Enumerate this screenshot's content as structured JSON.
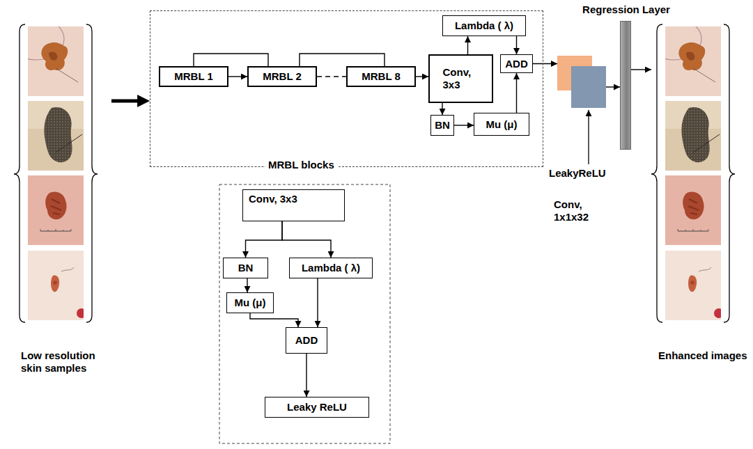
{
  "diagram": {
    "nodes": [
      {
        "text": [
          "Low resolution skin samples"
        ]
      },
      {
        "text": [
          "MRBL blocks"
        ]
      },
      {
        "text": [
          "MRBL 1"
        ],
        "in": 1
      },
      {
        "text": [
          "MRBL 2"
        ],
        "in": 1
      },
      {
        "text": [
          "MRBL 8"
        ],
        "in": 1
      },
      {
        "text": [
          "Lambda ( λ)"
        ],
        "in": 1
      },
      {
        "text": [
          "Conv, 3x3"
        ],
        "in": 1
      },
      {
        "text": [
          "ADD"
        ],
        "in": 1
      },
      {
        "text": [
          "BN"
        ],
        "in": 1
      },
      {
        "text": [
          "Mu (μ)"
        ],
        "in": 1
      },
      {
        "text": [
          "Conv, 1x1x32"
        ]
      },
      {
        "text": [
          "LeakyReLU"
        ]
      },
      {
        "text": [
          "Regression Layer"
        ]
      },
      {
        "text": [
          "Enhanced images"
        ]
      },
      {
        "text": [
          "Conv, 3x3"
        ]
      },
      {
        "text": [
          "BN"
        ]
      },
      {
        "text": [
          "Lambda ( λ)"
        ]
      },
      {
        "text": [
          "Mu (μ)"
        ]
      },
      {
        "text": [
          "ADD"
        ]
      },
      {
        "text": [
          "Leaky ReLU"
        ]
      }
    ],
    "edges": [
      {
        "from": 0,
        "to": 1,
        "arrow": "to"
      },
      {
        "from": 2,
        "to": 3,
        "arrow": "to"
      },
      {
        "from": 2,
        "to": 3,
        "arrow": "none"
      },
      {
        "from": 3,
        "to": 4,
        "arrow": "none"
      },
      {
        "from": 3,
        "to": 4,
        "arrow": "none"
      },
      {
        "from": 4,
        "to": 6,
        "arrow": "to"
      },
      {
        "from": 6,
        "to": 5,
        "arrow": "to"
      },
      {
        "from": 5,
        "to": 7,
        "arrow": "to"
      },
      {
        "from": 6,
        "to": 8,
        "arrow": "to"
      },
      {
        "from": 8,
        "to": 9,
        "arrow": "to"
      },
      {
        "from": 9,
        "to": 7,
        "arrow": "to"
      },
      {
        "from": 7,
        "to": 10,
        "arrow": "to"
      },
      {
        "from": 11,
        "to": 12,
        "arrow": "to"
      },
      {
        "from": 12,
        "to": 13,
        "arrow": "to"
      },
      {
        "from": 14,
        "to": 15,
        "arrow": "to"
      },
      {
        "from": 14,
        "to": 16,
        "arrow": "to"
      },
      {
        "from": 15,
        "to": 17,
        "arrow": "to"
      },
      {
        "from": 17,
        "to": 18,
        "arrow": "to"
      },
      {
        "from": 16,
        "to": 18,
        "arrow": "to"
      },
      {
        "from": 18,
        "to": 19,
        "arrow": "to"
      }
    ]
  }
}
